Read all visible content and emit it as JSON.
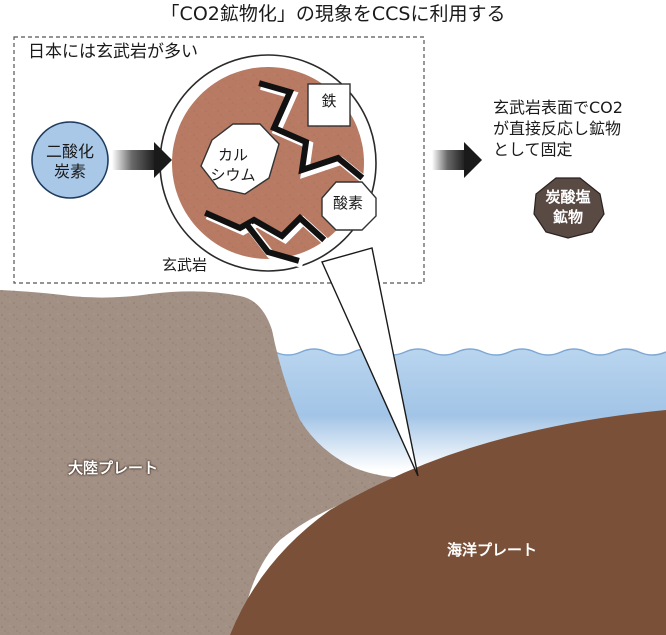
{
  "title": "「CO2鉱物化」の現象をCCSに利用する",
  "basalt_note": "日本には玄武岩が多い",
  "co2_label": [
    "二酸化",
    "炭素"
  ],
  "calcium_label": [
    "カル",
    "シウム"
  ],
  "iron_label": "鉄",
  "oxygen_label": "酸素",
  "basalt_caption": "玄武岩",
  "reaction_text": [
    "玄武岩表面でCO2",
    "が直接反応し鉱物",
    "として固定"
  ],
  "carbonate_label": [
    "炭酸塩",
    "鉱物"
  ],
  "continental_plate": "大陸プレート",
  "oceanic_plate": "海洋プレート",
  "colors": {
    "basalt": "#b87a62",
    "co2_circle": "#a9c8e8",
    "mineral_octagon": "#5a4a44",
    "continental": "#a39084",
    "oceanic": "#7b5039",
    "ocean": "#a8cbe9",
    "arrow": "#1a1a1a"
  }
}
